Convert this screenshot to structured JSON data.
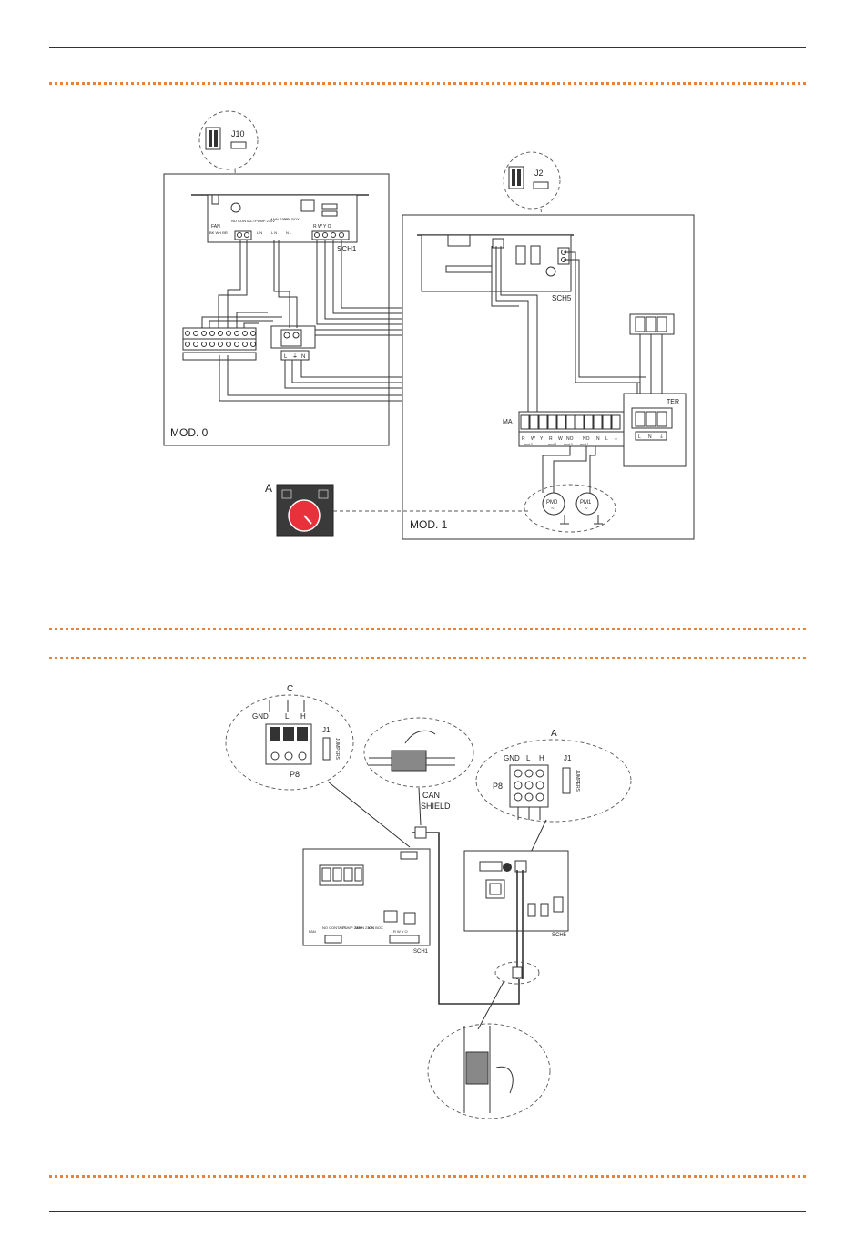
{
  "diagram1": {
    "mod0_label": "MOD. 0",
    "mod1_label": "MOD. 1",
    "j10_label": "J10",
    "j2_label": "J2",
    "sch1_label": "SCH1",
    "sch5_label": "SCH5",
    "ma_label": "MA",
    "ter_label": "TER",
    "pm0_label": "PM0",
    "pm1_label": "PM1",
    "knob_label": "A",
    "sch1_groups": {
      "fan": "FAN",
      "fan_pins": "BK WH BR",
      "no_contact": "NO CONTACT",
      "pump": "PUMP 230V",
      "pump_pins": "L N",
      "main": "MAIN 230V",
      "main_pins": "L N",
      "ign": "IGN BOX",
      "ign_pins": "N L",
      "rwyo": "R W Y O"
    },
    "terminal_lnG": [
      "L",
      "⏚",
      "N"
    ],
    "ma_bottom": [
      "R",
      "W",
      "Y",
      "R",
      "W",
      "NO",
      "NO",
      "N",
      "L",
      "⏚"
    ],
    "ma_sub": [
      "mod 0",
      "mod 1",
      "mod 0",
      "mod 1"
    ],
    "ter_bottom": [
      "L",
      "N",
      "⏚"
    ]
  },
  "diagram2": {
    "c_label": "C",
    "a_label": "A",
    "gnd_l_h_c": [
      "GND",
      "L",
      "H"
    ],
    "gnd_l_h_a": [
      "GND",
      "L",
      "H"
    ],
    "j1_c": "J1",
    "j1_a": "J1",
    "jumpers_c": "JUMPERS",
    "jumpers_a": "JUMPERS",
    "p8_c": "P8",
    "p8_a": "P8",
    "can": "CAN",
    "shield": "SHIELD",
    "sch1_label": "SCH1",
    "sch5_label": "SCH5",
    "board_no_contact": "NO CONTACT",
    "board_pump": "PUMP 230V",
    "board_main": "MAIN 230V",
    "board_ign": "IGN BOX",
    "board_rwyo": "R W Y O",
    "board_fan": "FAN"
  },
  "colors": {
    "accent": "#e8813a",
    "knob": "#e8313a"
  }
}
